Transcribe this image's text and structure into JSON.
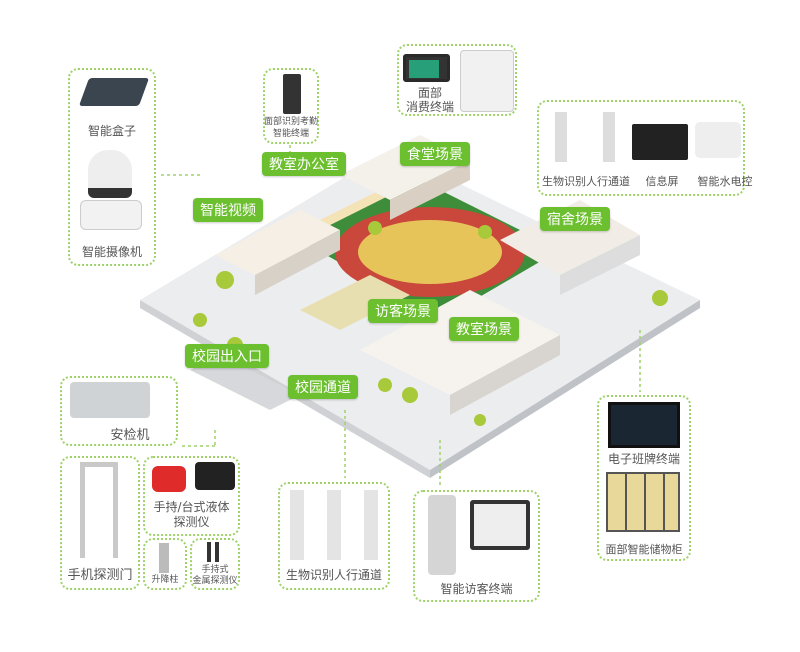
{
  "scenes": [
    "教室办公室",
    "食堂场景",
    "智能视频",
    "宿舍场景",
    "访客场景",
    "教室场景",
    "校园出入口",
    "校园通道"
  ],
  "devices": {
    "smart_box": "智能盒子",
    "camera": "智能摄像机",
    "face_attendance": [
      "面部识别考勤",
      "智能终端"
    ],
    "face_pay": [
      "面部",
      "消费终端"
    ],
    "bio_gate_top": "生物识别人行通道",
    "info_screen": "信息屏",
    "water_power": "智能水电控",
    "security_scanner": "安检机",
    "phone_detector": "手机探测门",
    "liquid_detector": [
      "手持/台式液体",
      "探测仪"
    ],
    "bollard": "升降柱",
    "metal_detector": [
      "手持式",
      "金属探测仪"
    ],
    "bio_gate_bottom": "生物识别人行通道",
    "visitor_terminal": "智能访客终端",
    "class_board": "电子班牌终端",
    "face_locker": "面部智能储物柜"
  },
  "colors": {
    "accent": "#6cbf2f",
    "border": "#9fd36a"
  }
}
